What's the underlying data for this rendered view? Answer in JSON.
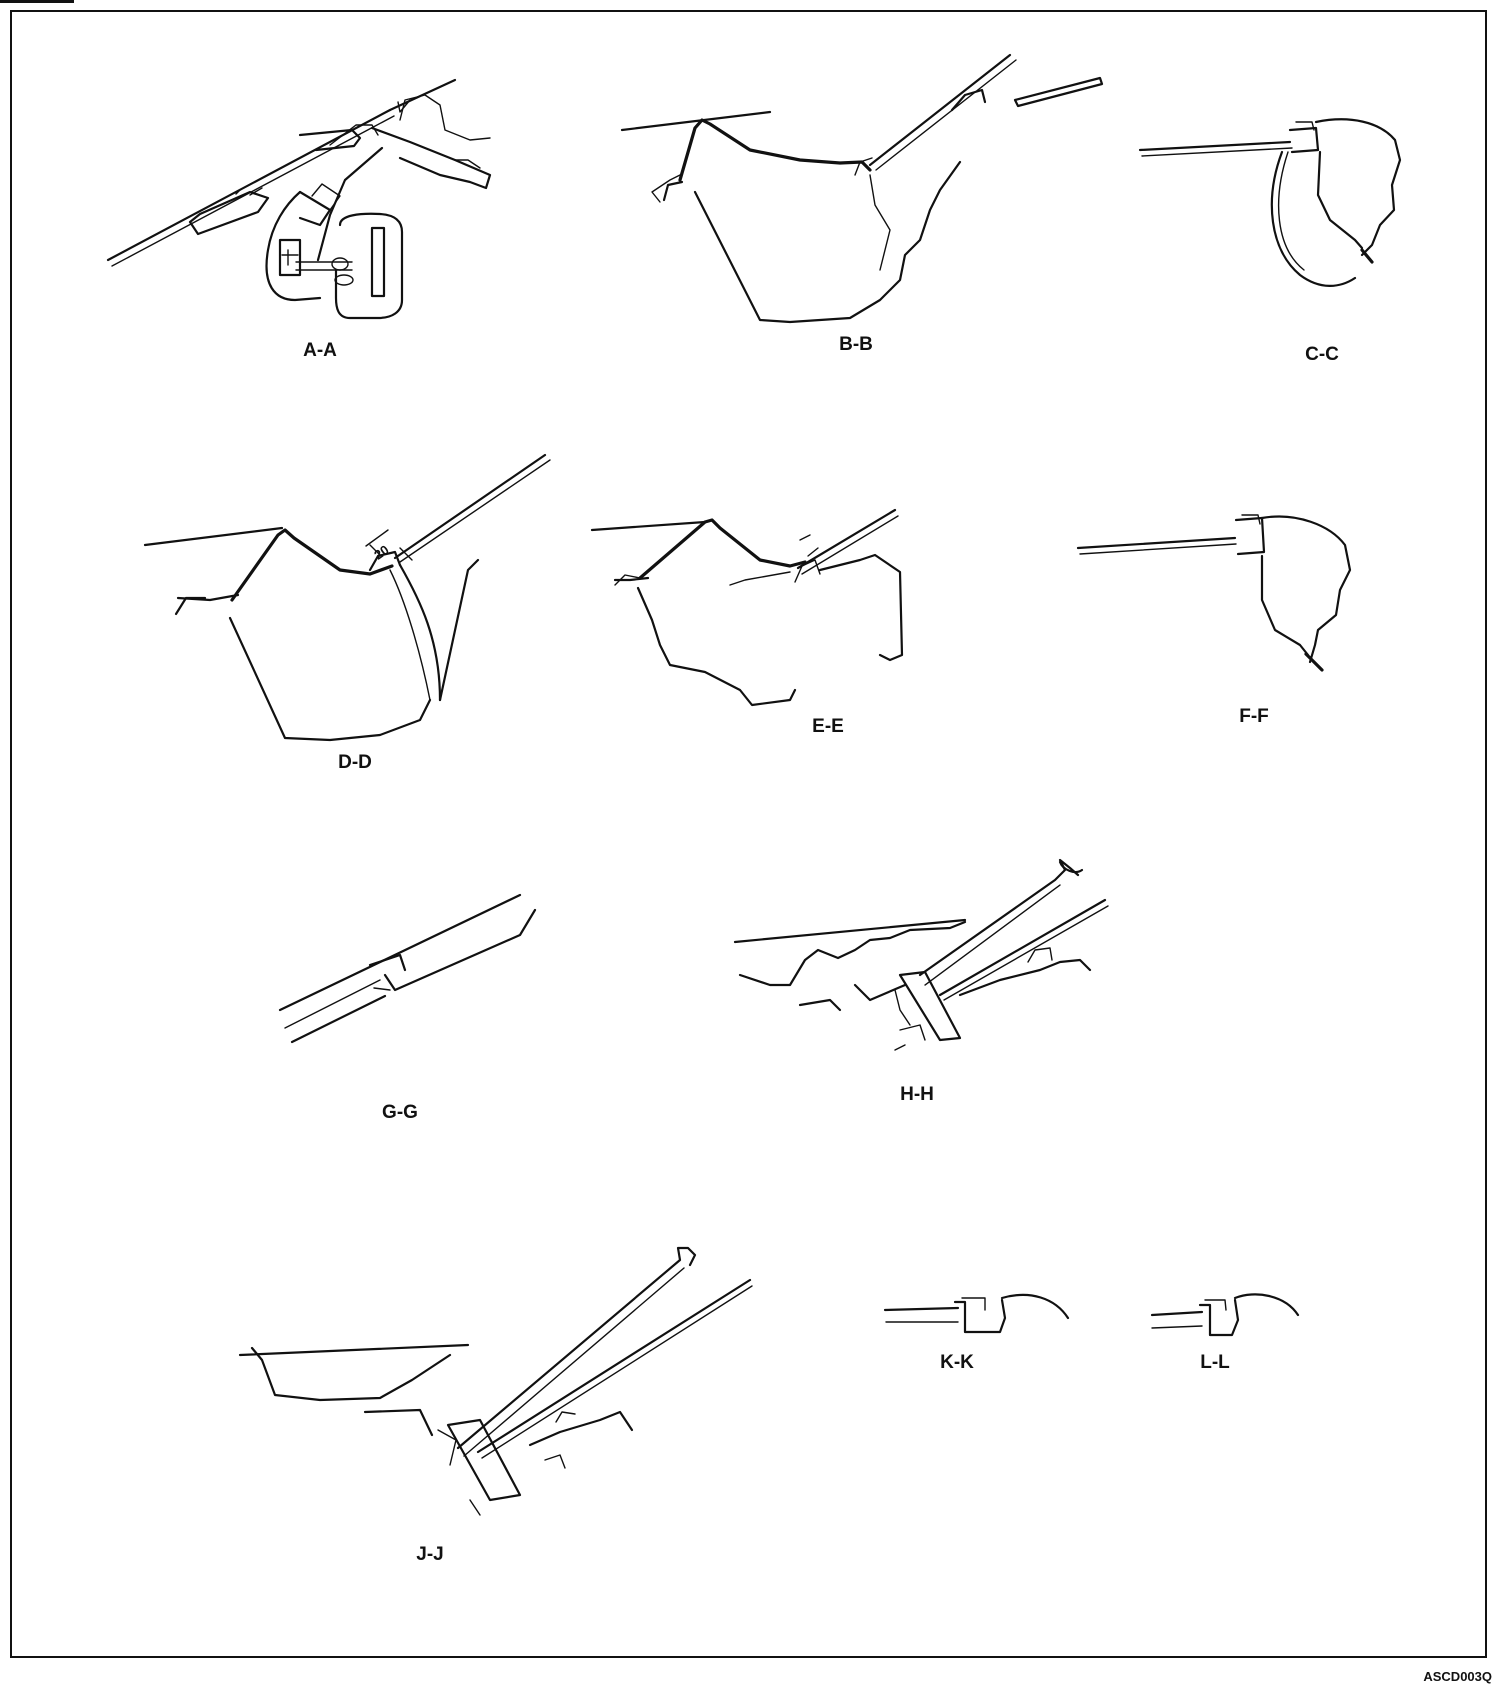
{
  "sections": [
    {
      "id": "A",
      "label": "A-A"
    },
    {
      "id": "B",
      "label": "B-B"
    },
    {
      "id": "C",
      "label": "C-C"
    },
    {
      "id": "D",
      "label": "D-D",
      "dimension": "20"
    },
    {
      "id": "E",
      "label": "E-E"
    },
    {
      "id": "F",
      "label": "F-F"
    },
    {
      "id": "G",
      "label": "G-G"
    },
    {
      "id": "H",
      "label": "H-H"
    },
    {
      "id": "J",
      "label": "J-J"
    },
    {
      "id": "K",
      "label": "K-K"
    },
    {
      "id": "L",
      "label": "L-L"
    }
  ],
  "reference_code": "ASCD003Q"
}
